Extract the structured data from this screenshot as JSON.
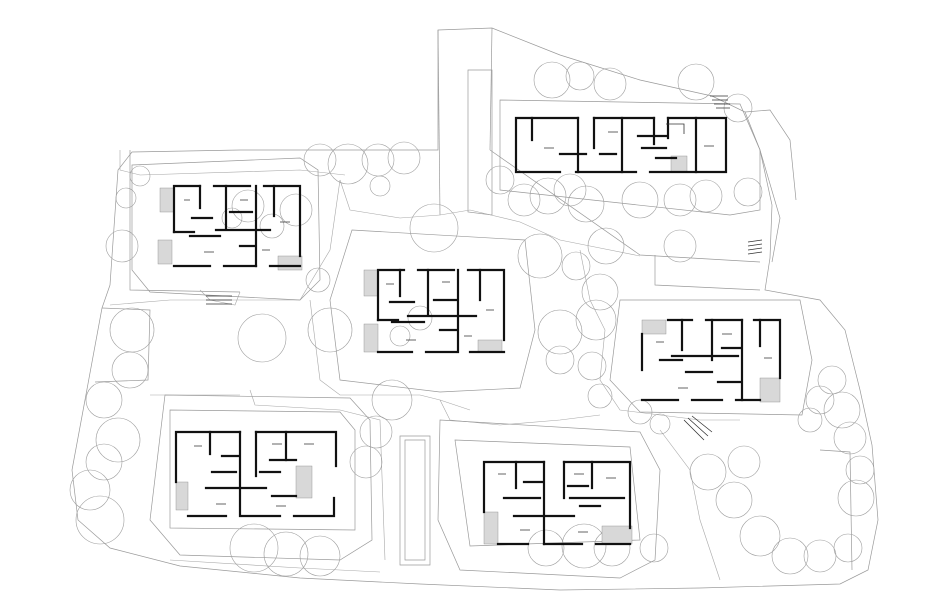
{
  "plan": {
    "background": "#ffffff",
    "line_color": "#9a9a9a",
    "wall_color": "#111111",
    "balcony_color": "#d8d8d8",
    "buildings": [
      "building-north",
      "building-west",
      "building-center",
      "building-east",
      "building-southwest",
      "building-south"
    ]
  }
}
